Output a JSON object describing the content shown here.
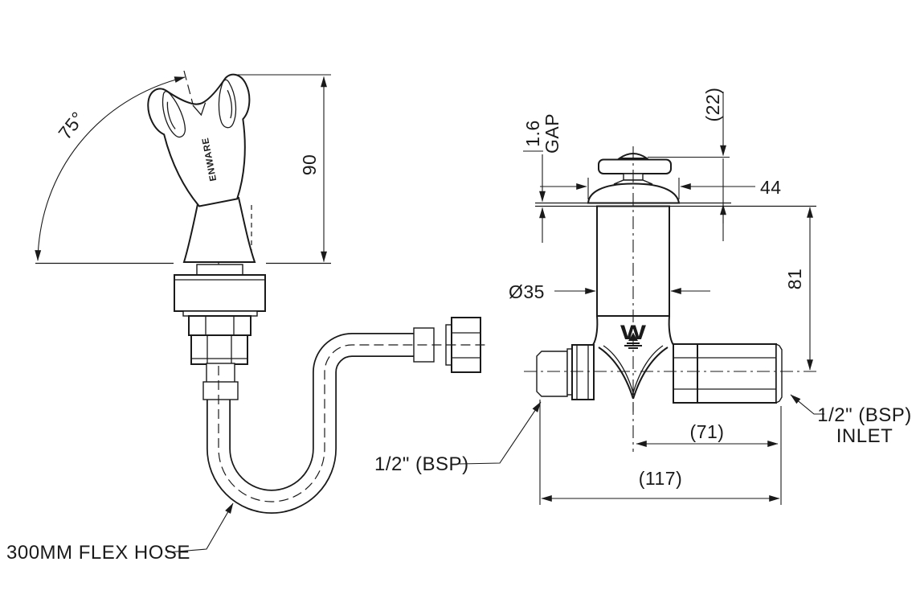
{
  "colors": {
    "ink": "#1a1a1a",
    "paper": "#ffffff"
  },
  "side_view": {
    "angle_dim": "75°",
    "height_dim": "90",
    "brand": "ENWARE",
    "hose_label": "300MM FLEX HOSE",
    "outlet_label": "1/2\" (BSP)"
  },
  "front_view": {
    "gap_value": "1.6",
    "gap_word": "GAP",
    "knob_height_dim": "(22)",
    "handle_width_dim": "44",
    "body_dia_dim": "Ø35",
    "body_height_dim": "81",
    "centre_to_inlet_dim": "(71)",
    "overall_length_dim": "(117)",
    "inlet_label_line1": "1/2\" (BSP)",
    "inlet_label_line2": "INLET",
    "watermark_letter": "W"
  }
}
